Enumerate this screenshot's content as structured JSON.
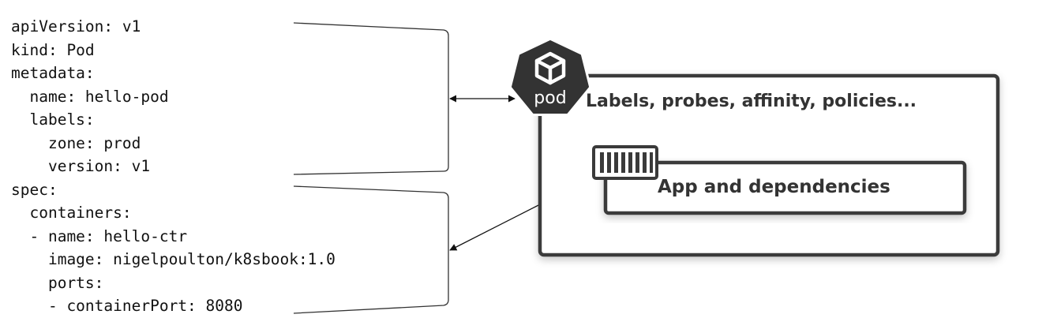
{
  "yaml": {
    "lines": [
      "apiVersion: v1",
      "kind: Pod",
      "metadata:",
      "  name: hello-pod",
      "  labels:",
      "    zone: prod",
      "    version: v1",
      "spec:",
      "  containers:",
      "  - name: hello-ctr",
      "    image: nigelpoulton/k8sbook:1.0",
      "    ports:",
      "    - containerPort: 8080"
    ]
  },
  "pod": {
    "icon": "pod-cube-icon",
    "badge_text": "pod",
    "label": "Labels, probes, affinity, policies..."
  },
  "container": {
    "icon": "container-icon",
    "label": "App and dependencies"
  },
  "colors": {
    "box_stroke": "#3a3a3a",
    "heptagon_fill": "#333333",
    "text": "#111111"
  }
}
